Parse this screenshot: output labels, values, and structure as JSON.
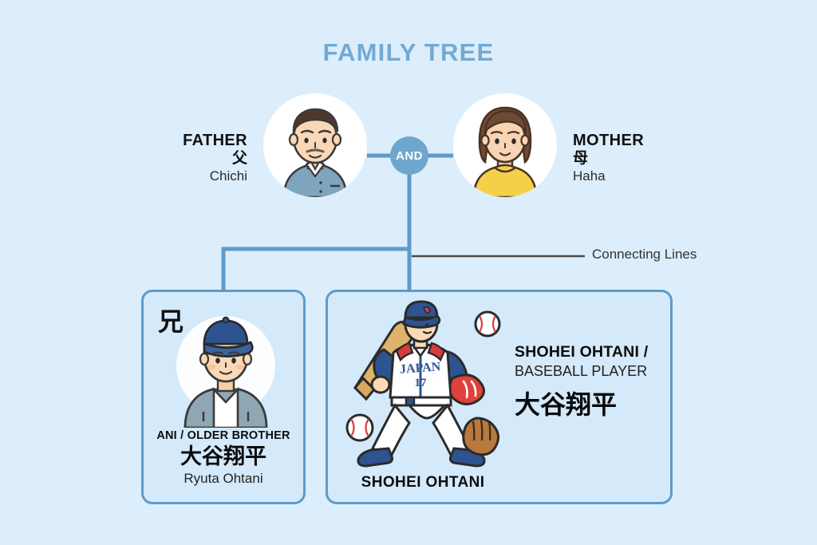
{
  "page": {
    "title": "FAMILY TREE",
    "background_color": "#dceefb",
    "accent_color": "#5e9bc9",
    "title_color": "#74a9d2"
  },
  "connector": {
    "and_label": "AND",
    "annotation_label": "Connecting Lines",
    "line_color": "#5e9bc9",
    "annotation_line_color": "#4a4a4a"
  },
  "parents": {
    "father": {
      "role": "FATHER",
      "kanji": "父",
      "romaji": "Chichi",
      "avatar": "father-avatar-icon"
    },
    "mother": {
      "role": "MOTHER",
      "kanji": "母",
      "romaji": "Haha",
      "avatar": "mother-avatar-icon"
    }
  },
  "children": [
    {
      "card": "brother",
      "kanji_badge": "兄",
      "role": "ANI / OLDER BROTHER",
      "kanji_name": "大谷翔平",
      "romaji_name": "Ryuta Ohtani",
      "avatar": "brother-avatar-icon"
    },
    {
      "card": "shohei",
      "caption": "SHOHEI OHTANI",
      "name": "SHOHEI OHTANI /",
      "occupation": "BASEBALL PLAYER",
      "kanji_name": "大谷翔平",
      "illustration": "baseball-player-icon",
      "jersey_text": "JAPAN",
      "jersey_number": "17"
    }
  ]
}
